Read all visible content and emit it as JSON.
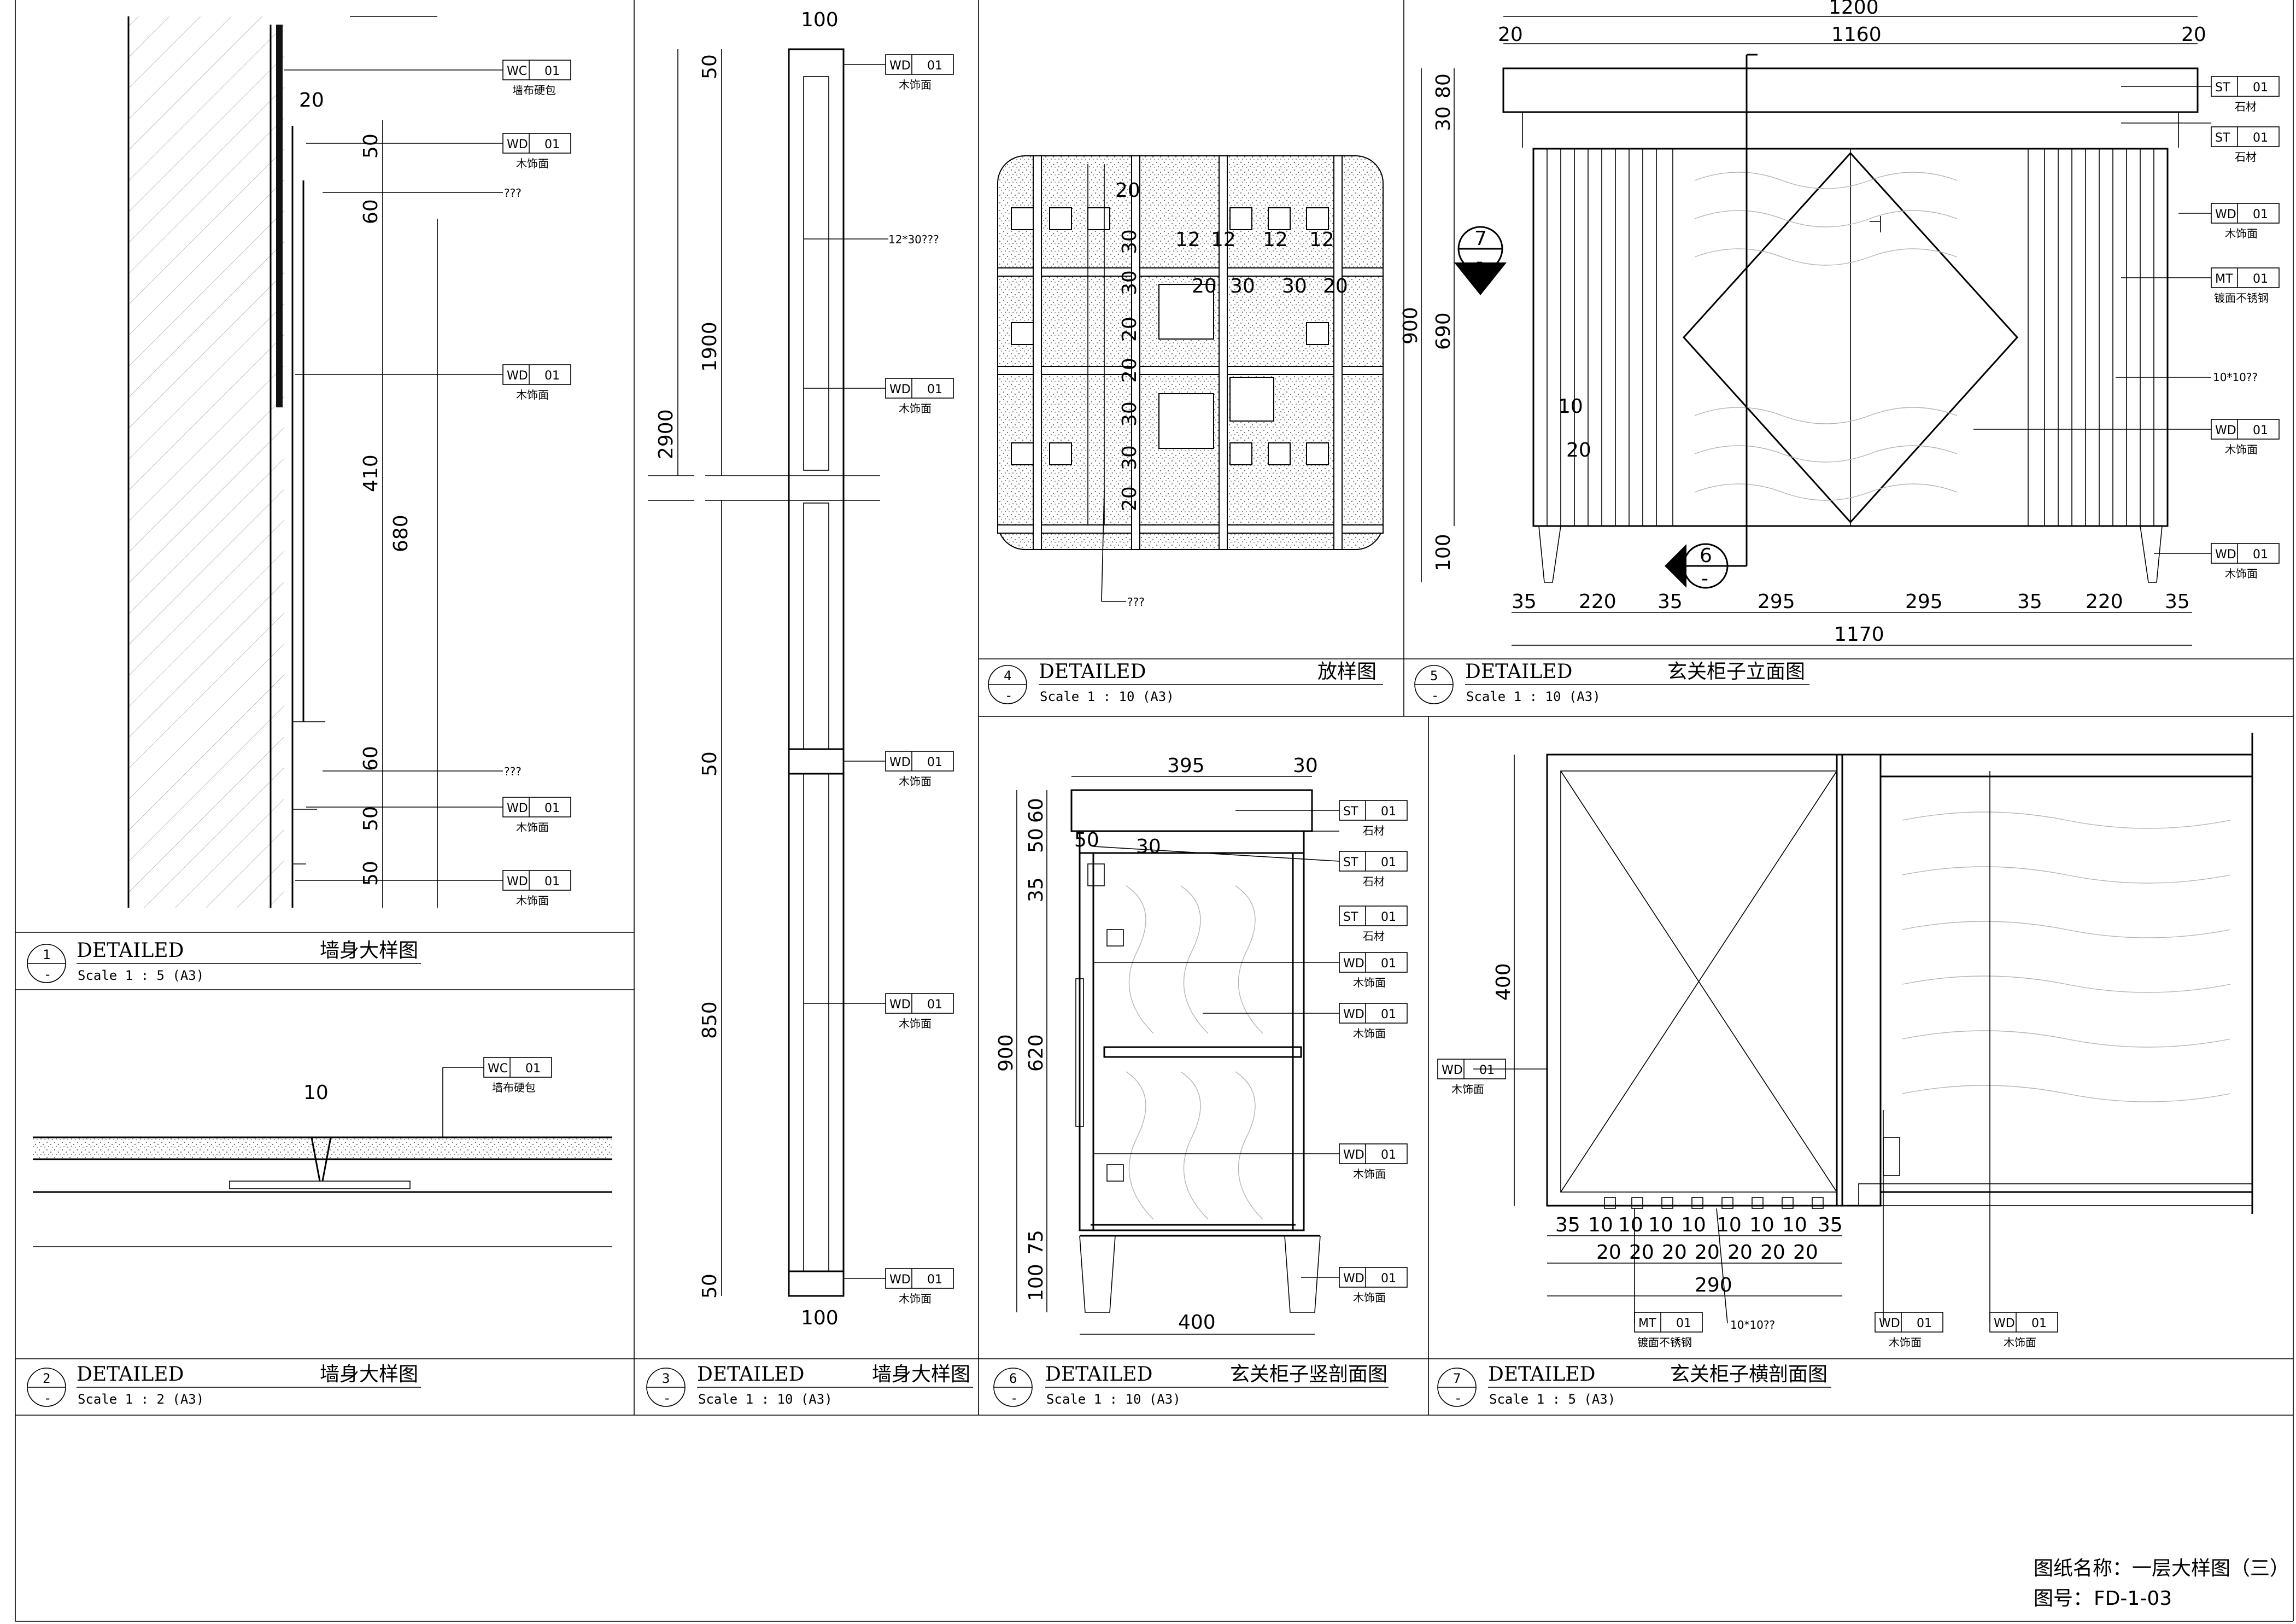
{
  "sheet": {
    "drawing_name_label": "图纸名称：",
    "drawing_name": "一层大样图（三）",
    "drawing_no_label": "图号：",
    "drawing_no": "FD-1-03"
  },
  "titles": [
    {
      "num": "1",
      "label": "DETAILED",
      "name": "墙身大样图",
      "scale": "Scale  1 : 5 (A3)"
    },
    {
      "num": "2",
      "label": "DETAILED",
      "name": "墙身大样图",
      "scale": "Scale  1 : 2 (A3)"
    },
    {
      "num": "3",
      "label": "DETAILED",
      "name": "墙身大样图",
      "scale": "Scale  1 : 10 (A3)"
    },
    {
      "num": "4",
      "label": "DETAILED",
      "name": "放样图",
      "scale": "Scale  1 : 10 (A3)"
    },
    {
      "num": "5",
      "label": "DETAILED",
      "name": "玄关柜子立面图",
      "scale": "Scale  1 : 10 (A3)"
    },
    {
      "num": "6",
      "label": "DETAILED",
      "name": "玄关柜子竖剖面图",
      "scale": "Scale  1 : 10 (A3)"
    },
    {
      "num": "7",
      "label": "DETAILED",
      "name": "玄关柜子横剖面图",
      "scale": "Scale  1 : 5 (A3)"
    }
  ],
  "materials": {
    "wc": {
      "code": "WC",
      "no": "01",
      "desc": "墙布硬包"
    },
    "wd": {
      "code": "WD",
      "no": "01",
      "desc": "木饰面"
    },
    "st": {
      "code": "ST",
      "no": "01",
      "desc": "石材"
    },
    "mt": {
      "code": "MT",
      "no": "01",
      "desc": "镀面不锈钢"
    }
  },
  "notes": {
    "unknown": "???",
    "unknown_short": "??",
    "bar": "12*30???",
    "steel_1010": "10*10??"
  },
  "dims": {
    "d1": [
      "20",
      "50",
      "60",
      "410",
      "680",
      "60",
      "50",
      "50"
    ],
    "d2": [
      "10"
    ],
    "d3": [
      "100",
      "50",
      "1900",
      "2900",
      "50",
      "850",
      "50",
      "100"
    ],
    "d4": [
      "20",
      "30",
      "12",
      "12",
      "12",
      "12",
      "20",
      "30",
      "30",
      "20",
      "30",
      "20",
      "20",
      "30",
      "30",
      "20"
    ],
    "d5_top": [
      "1200",
      "20",
      "1160",
      "20"
    ],
    "d5_left": [
      "30",
      "80",
      "900",
      "690",
      "100"
    ],
    "d5_bot": [
      "35",
      "220",
      "35",
      "295",
      "295",
      "35",
      "220",
      "35"
    ],
    "d5_total": "1170",
    "d5_in": [
      "10",
      "20"
    ],
    "d6": [
      "395",
      "30",
      "60",
      "50",
      "50",
      "30",
      "35",
      "900",
      "620",
      "75",
      "100",
      "400"
    ],
    "d7": [
      "400",
      "35",
      "10",
      "10",
      "10",
      "10",
      "10",
      "10",
      "10",
      "35",
      "20",
      "20",
      "20",
      "20",
      "20",
      "20",
      "20",
      "290"
    ]
  },
  "sections": {
    "s7": "7",
    "s6": "6",
    "dash": "-"
  }
}
